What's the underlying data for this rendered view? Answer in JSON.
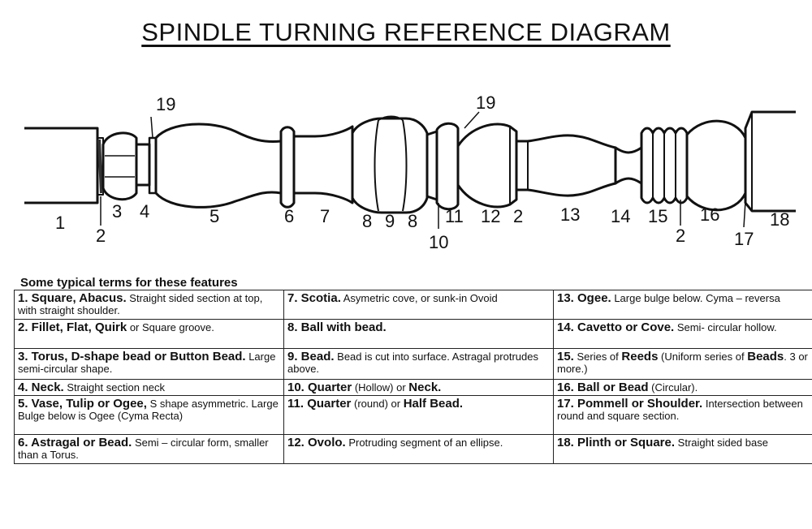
{
  "title": "SPINDLE TURNING REFERENCE DIAGRAM",
  "diagram_labels": [
    "1",
    "2",
    "3",
    "4",
    "19",
    "5",
    "6",
    "7",
    "8",
    "9",
    "8",
    "10",
    "11",
    "19",
    "12",
    "2",
    "13",
    "14",
    "15",
    "2",
    "16",
    "17",
    "18"
  ],
  "table": {
    "caption": "Some typical terms for these features",
    "rows": [
      [
        {
          "term": "1. Square, Abacus.",
          "desc": " Straight sided section at top, with straight shoulder."
        },
        {
          "term": "7. Scotia.",
          "desc": " Asymetric cove, or sunk-in Ovoid"
        },
        {
          "term": "13. Ogee.",
          "desc": " Large bulge below. Cyma – reversa"
        }
      ],
      [
        {
          "term": "2. Fillet, Flat, Quirk",
          "desc": " or Square groove."
        },
        {
          "term": "8. Ball with bead.",
          "desc": ""
        },
        {
          "term": "14. Cavetto or Cove.",
          "desc": " Semi- circular hollow."
        }
      ],
      [
        {
          "term": "3. Torus, D-shape bead or Button Bead.",
          "desc": " Large semi-circular shape."
        },
        {
          "term": "9. Bead.",
          "desc": " Bead is cut into surface. Astragal protrudes above."
        },
        {
          "term": "15.",
          "desc": " Series of ",
          "term2": "Reeds",
          "desc2": " (Uniform series of ",
          "term3": "Beads",
          "desc3": ". 3 or more.)"
        }
      ],
      [
        {
          "term": "4. Neck.",
          "desc": " Straight section neck"
        },
        {
          "term": "10. Quarter",
          "desc": " (Hollow) or ",
          "term2": "Neck.",
          "desc2": ""
        },
        {
          "term": "16. Ball or Bead",
          "desc": " (Circular)."
        }
      ],
      [
        {
          "term": "5. Vase, Tulip or Ogee,",
          "desc": " S shape asymmetric. Large Bulge below is Ogee (Cyma Recta)"
        },
        {
          "term": "11. Quarter",
          "desc": " (round) or ",
          "term2": "Half Bead.",
          "desc2": ""
        },
        {
          "term": "17. Pommell or Shoulder.",
          "desc": " Intersection between round and square section."
        }
      ],
      [
        {
          "term": "6. Astragal or Bead.",
          "desc": " Semi – circular form, smaller than a Torus."
        },
        {
          "term": "12. Ovolo.",
          "desc": "  Protruding segment of an ellipse."
        },
        {
          "term": "18. Plinth or Square.",
          "desc": " Straight sided base"
        }
      ]
    ]
  }
}
